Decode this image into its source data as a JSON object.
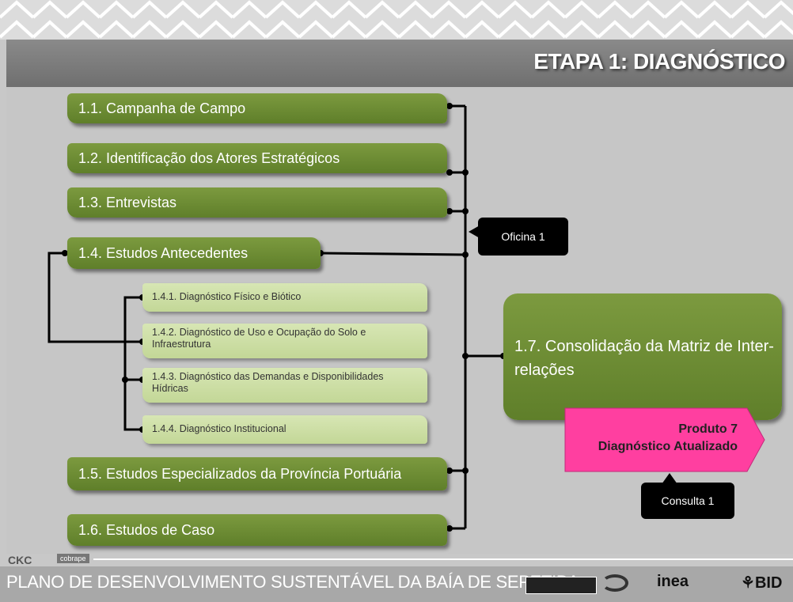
{
  "header": {
    "title": "ETAPA 1: DIAGNÓSTICO"
  },
  "steps": [
    {
      "label": "1.1. Campanha de Campo"
    },
    {
      "label": "1.2. Identificação dos Atores Estratégicos"
    },
    {
      "label": "1.3. Entrevistas"
    },
    {
      "label": "1.4. Estudos Antecedentes"
    },
    {
      "label": "1.5. Estudos Especializados da Província Portuária"
    },
    {
      "label": "1.6. Estudos de Caso"
    }
  ],
  "substeps": [
    {
      "label": "1.4.1. Diagnóstico Físico e Biótico"
    },
    {
      "label": "1.4.2. Diagnóstico de Uso e Ocupação do Solo e Infraestrutura"
    },
    {
      "label": "1.4.3. Diagnóstico das Demandas e Disponibilidades Hídricas"
    },
    {
      "label": "1.4.4. Diagnóstico Institucional"
    }
  ],
  "consolidation": {
    "label": "1.7. Consolidação da Matriz de Inter-relações"
  },
  "callouts": {
    "oficina": "Oficina 1",
    "consulta": "Consulta 1"
  },
  "product": {
    "line1": "Produto 7",
    "line2": "Diagnóstico Atualizado"
  },
  "footer": {
    "org1": "CKC",
    "org2": "cobrape",
    "title": "PLANO DE DESENVOLVIMENTO SUSTENTÁVEL DA BAÍA DE SEPETIBA",
    "logos": [
      "inea",
      "BID"
    ]
  },
  "colors": {
    "green": "#6b8a33",
    "light_green": "#cfe0a6",
    "pink": "#ff3fa0",
    "header": "#7a7a7a"
  }
}
